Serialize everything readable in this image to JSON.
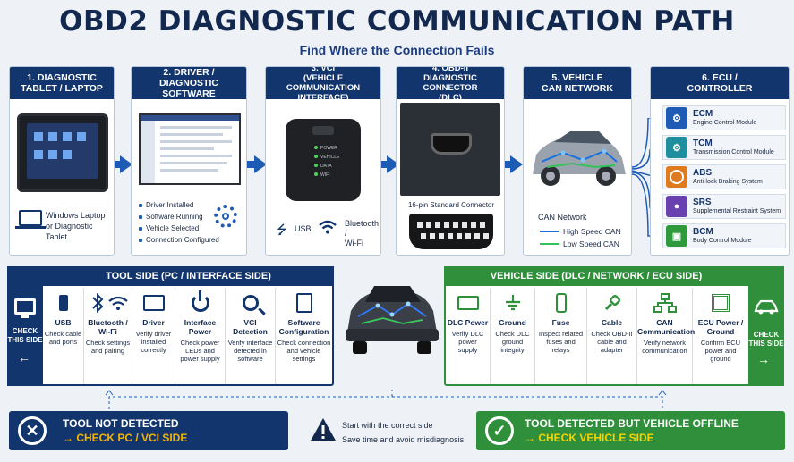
{
  "title": "OBD2 DIAGNOSTIC COMMUNICATION PATH",
  "subtitle": "Find Where the Connection Fails",
  "steps": [
    {
      "head1": "1. DIAGNOSTIC",
      "head2": "TABLET / LAPTOP",
      "caption1": "Windows Laptop",
      "caption2": "or Diagnostic Tablet"
    },
    {
      "head1": "2. DRIVER /",
      "head2": "DIAGNOSTIC SOFTWARE",
      "checks": [
        "Driver Installed",
        "Software Running",
        "Vehicle Selected",
        "Connection Configured"
      ]
    },
    {
      "head1": "3. VCI",
      "head2": "(VEHICLE COMMUNICATION",
      "head3": "INTERFACE)",
      "usb": "USB",
      "bt1": "Bluetooth /",
      "bt2": "Wi-Fi",
      "leds": [
        "POWER",
        "VEHICLE",
        "DATA",
        "WIFI"
      ]
    },
    {
      "head1": "4. OBD-II",
      "head2": "DIAGNOSTIC CONNECTOR",
      "head3": "(DLC)",
      "connector": "16-pin Standard Connector"
    },
    {
      "head1": "5. VEHICLE",
      "head2": "CAN NETWORK",
      "legend_title": "CAN Network",
      "legend_high": "High Speed CAN",
      "legend_low": "Low Speed CAN"
    },
    {
      "head1": "6. ECU /",
      "head2": "CONTROLLER"
    }
  ],
  "ecus": [
    {
      "name": "ECM",
      "desc": "Engine Control Module",
      "color": "#1d5bb5"
    },
    {
      "name": "TCM",
      "desc": "Transmission Control Module",
      "color": "#1f8fa0"
    },
    {
      "name": "ABS",
      "desc": "Anti-lock Braking System",
      "color": "#e07a1f"
    },
    {
      "name": "SRS",
      "desc": "Supplemental Restraint System",
      "color": "#6a3fb0"
    },
    {
      "name": "BCM",
      "desc": "Body Control Module",
      "color": "#2f9a3c"
    }
  ],
  "tool_side": {
    "title": "TOOL SIDE (PC / INTERFACE SIDE)",
    "check1": "CHECK",
    "check2": "THIS SIDE",
    "items": [
      {
        "name": "USB",
        "d1": "Check cable",
        "d2": "and ports"
      },
      {
        "name": "Bluetooth /",
        "name2": "Wi-Fi",
        "d1": "Check settings",
        "d2": "and pairing"
      },
      {
        "name": "Driver",
        "d1": "Verify driver",
        "d2": "installed",
        "d3": "correctly"
      },
      {
        "name": "Interface Power",
        "d1": "Check power",
        "d2": "LEDs and",
        "d3": "power supply"
      },
      {
        "name": "VCI Detection",
        "d1": "Verify interface",
        "d2": "detected in",
        "d3": "software"
      },
      {
        "name": "Software",
        "name2": "Configuration",
        "d1": "Check connection",
        "d2": "and vehicle",
        "d3": "settings"
      }
    ]
  },
  "vehicle_side": {
    "title": "VEHICLE SIDE (DLC / NETWORK / ECU SIDE)",
    "check1": "CHECK",
    "check2": "THIS SIDE",
    "items": [
      {
        "name": "DLC Power",
        "d1": "Verify DLC",
        "d2": "power",
        "d3": "supply"
      },
      {
        "name": "Ground",
        "d1": "Check DLC",
        "d2": "ground",
        "d3": "integrity"
      },
      {
        "name": "Fuse",
        "d1": "Inspect related",
        "d2": "fuses and",
        "d3": "relays"
      },
      {
        "name": "Cable",
        "d1": "Check OBD-II",
        "d2": "cable and",
        "d3": "adapter"
      },
      {
        "name": "CAN",
        "name2": "Communication",
        "d1": "Verify network",
        "d2": "communication"
      },
      {
        "name": "ECU Power /",
        "name2": "Ground",
        "d1": "Confirm ECU",
        "d2": "power and",
        "d3": "ground"
      }
    ]
  },
  "bottom": {
    "left1": "TOOL NOT DETECTED",
    "left2": "→ CHECK PC / VCI SIDE",
    "mid1": "Start with the correct side",
    "mid2": "Save time and avoid misdiagnosis",
    "right1": "TOOL DETECTED BUT VEHICLE OFFLINE",
    "right2": "→ CHECK VEHICLE SIDE"
  },
  "colors": {
    "navy": "#12356e",
    "green": "#2f8f3a",
    "arrow": "#1d5bb5"
  }
}
